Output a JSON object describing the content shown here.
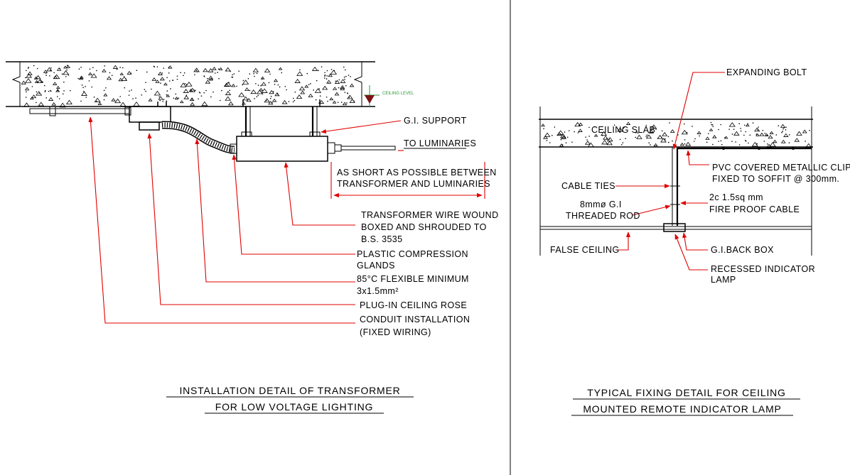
{
  "left_detail": {
    "ceiling_level": "CEILING LEVEL",
    "gi_support": "G.I. SUPPORT",
    "to_luminaries": "TO LUMINARIES",
    "as_short_1": "AS SHORT AS POSSIBLE BETWEEN",
    "as_short_2": "TRANSFORMER AND LUMINARIES",
    "transformer_1": "TRANSFORMER WIRE WOUND",
    "transformer_2": "BOXED AND SHROUDED TO",
    "transformer_3": "B.S. 3535",
    "plastic_1": "PLASTIC COMPRESSION",
    "plastic_2": "GLANDS",
    "flexible_1": "85°C FLEXIBLE MINIMUM",
    "flexible_2": "3x1.5mm²",
    "plug_in": "PLUG-IN CEILING ROSE",
    "conduit_1": "CONDUIT INSTALLATION",
    "conduit_2": "(FIXED WIRING)",
    "title_1": "INSTALLATION DETAIL OF TRANSFORMER",
    "title_2": "FOR LOW VOLTAGE LIGHTING"
  },
  "right_detail": {
    "expanding_bolt": "EXPANDING BOLT",
    "ceiling_slab": "CEILING SLAB",
    "pvc_1": "PVC COVERED METALLIC CLIP",
    "pvc_2": "FIXED TO SOFFIT @ 300mm.",
    "cable_ties": "CABLE TIES",
    "fire_1": "2c  1.5sq  mm",
    "fire_2": "FIRE PROOF CABLE",
    "rod_1": "8mmø G.I",
    "rod_2": "THREADED ROD",
    "false_ceiling": "FALSE CEILING",
    "back_box": "G.I.BACK BOX",
    "recessed_1": "RECESSED INDICATOR",
    "recessed_2": "LAMP",
    "title_1": "TYPICAL FIXING DETAIL FOR CEILING",
    "title_2": "MOUNTED REMOTE INDICATOR LAMP"
  },
  "colors": {
    "leader": "#e00000",
    "line": "#000000",
    "accent": "#2e9a3a"
  }
}
